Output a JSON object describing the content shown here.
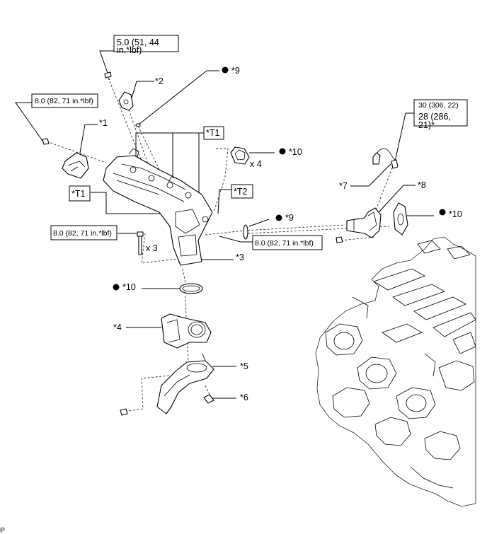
{
  "callouts": {
    "c1": "*1",
    "c2": "*2",
    "c3": "*3",
    "c4": "*4",
    "c5": "*5",
    "c6": "*6",
    "c7": "*7",
    "c8": "*8",
    "c9a": "*9",
    "c9b": "*9",
    "c10a": "*10",
    "c10b": "*10",
    "c10c": "*10",
    "t1a": "*T1",
    "t1b": "*T1",
    "t2": "*T2"
  },
  "quantities": {
    "q_gaskets": "x 4",
    "q_bolts": "x 3"
  },
  "torque": {
    "t_top_line1": "5.0 (51, 44",
    "t_top_line2": "in.*lbf)",
    "t_left_top": "8.0 (82, 71 in.*lbf)",
    "t_left_mid": "8.0 (82, 71 in.*lbf)",
    "t_center": "8.0 (82, 71 in.*lbf)",
    "t_right_line1": "30 (306, 22)",
    "t_right_line2": "28 (286,",
    "t_right_line3": "21)*"
  },
  "corner_mark": "P",
  "icons": {
    "non_reusable": "filled-circle-icon"
  }
}
